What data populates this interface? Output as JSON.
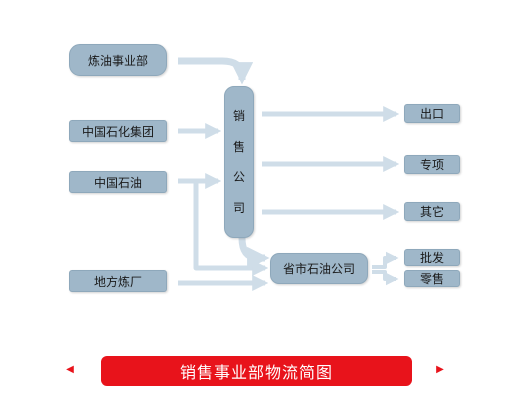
{
  "sources": {
    "refining": "炼油事业部",
    "sinopec": "中国石化集团",
    "petrochina": "中国石油",
    "local_refinery": "地方炼厂"
  },
  "sales_company": [
    "销",
    "售",
    "公",
    "司"
  ],
  "provincial_company": "省市石油公司",
  "outputs": {
    "export": "出口",
    "special": "专项",
    "other": "其它",
    "wholesale": "批发",
    "retail": "零售"
  },
  "title": "销售事业部物流简图",
  "colors": {
    "node": "#9fb7c9",
    "arrow": "#cfdde8",
    "title_bg": "#e8131b"
  }
}
